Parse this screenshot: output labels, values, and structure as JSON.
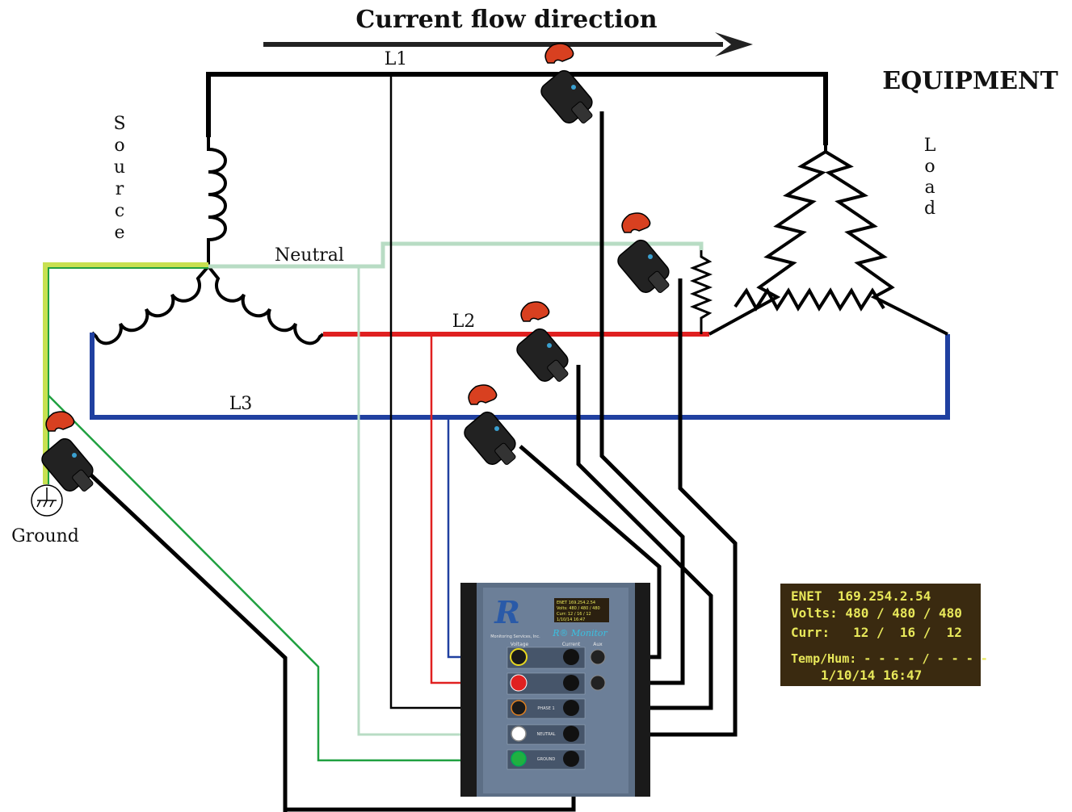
{
  "header": {
    "title": "Current flow direction",
    "equipment_label": "EQUIPMENT"
  },
  "labels": {
    "source": "Source",
    "load": "Load",
    "neutral": "Neutral",
    "ground": "Ground",
    "l1": "L1",
    "l2": "L2",
    "l3": "L3"
  },
  "colors": {
    "l1": "#000000",
    "l2": "#e02020",
    "l3": "#2040a0",
    "neutral": "#b8dcc4",
    "ground": "#20a040",
    "ground_bus": "#c8e050",
    "lcd_bg": "#3a2a10",
    "lcd_text": "#e8e85a",
    "clamp": "#d84020"
  },
  "display": {
    "line1": "ENET  169.254.2.54",
    "line2": "Volts: 480 / 480 / 480",
    "line3": "Curr:   12 /  16 /  12",
    "line4": "Temp/Hum: - - - - / - - - -",
    "line5": "1/10/14 16:47"
  },
  "device": {
    "brand": "Monitoring Services, Inc.",
    "product": "R® Monitor",
    "col_voltage": "Voltage",
    "col_current": "Current",
    "col_aux": "Aux",
    "ch_phase1": "PHASE 1",
    "ch_neutral": "NEUTRAL",
    "ch_ground": "GROUND"
  }
}
